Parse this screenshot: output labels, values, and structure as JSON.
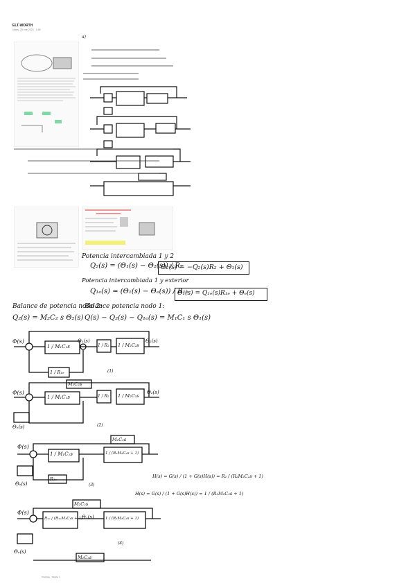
{
  "page": {
    "title": "ELT-WORTH",
    "subtitle": "Notes, 25 ene 2023 · 1:48",
    "footer": "OneNote · Página 1"
  },
  "notes": {
    "part_a": "a)",
    "eq_q2": "Q₂(s) = (Θ₁(s) − Θ₂(s)) / R₂",
    "eq_q2_boxed": "Θ₂(s) = −Q₂(s)R₂ + Θ₁(s)",
    "eq_q1e": "Q₁ₑ(s) = (Θ₁(s) − Θₑ(s)) / R₁ₑ",
    "eq_q1e_boxed": "Θ₁(s) = Q₁ₑ(s)R₁ₑ + Θₑ(s)",
    "balance_2": "Balance de potencia nodo 2:",
    "balance_1": "Balance potencia nodo 1:",
    "eq_bal2": "Q₂(s) = M₂C₂ s Θ₂(s)",
    "eq_bal1": "Q(s) − Q₂(s) − Q₁ₑ(s) = M₁C₁ s Θ₁(s)",
    "pot_12": "Potencia intercambiada 1 y 2",
    "pot_1e": "Potencia intercambiada 1 y exterior",
    "label_phi": "Φ(s)",
    "label_theta2": "Θ₂(s)",
    "label_theta1": "Θ₁(s)",
    "label_thetae": "Θₑ(s)",
    "label_1_mc1s": "1 / M₁C₁s",
    "label_1_r2": "1 / R₂",
    "label_1_m2c2s": "1 / M₂C₂s",
    "label_r1e": "1 / R₁ₑ",
    "label_m2c2s": "M₂C₂s",
    "step_1": "(1)",
    "step_2": "(2)",
    "step_3": "(3)",
    "step_4": "(4)",
    "eq_hs": "H(s) = G(s) / (1 + G(s)H(s)) = R₂ / (R₂M₂C₂s + 1)",
    "eq_hs2": "H(s) = G(s) / (1 + G(s)H(s)) = 1 / (R₂M₂C₂s + 1)",
    "label_re": "R₁ₑ",
    "label_re_block": "R₁ₑ / (R₁ₑM₁C₁s + 1)",
    "label_final_block": "1 / (R₂M₂C₂s + 1)"
  },
  "colors": {
    "ink": "#111111",
    "highlight_yellow": "#f3f07a",
    "highlight_green": "#7fd9a0",
    "highlight_red": "#d33"
  }
}
